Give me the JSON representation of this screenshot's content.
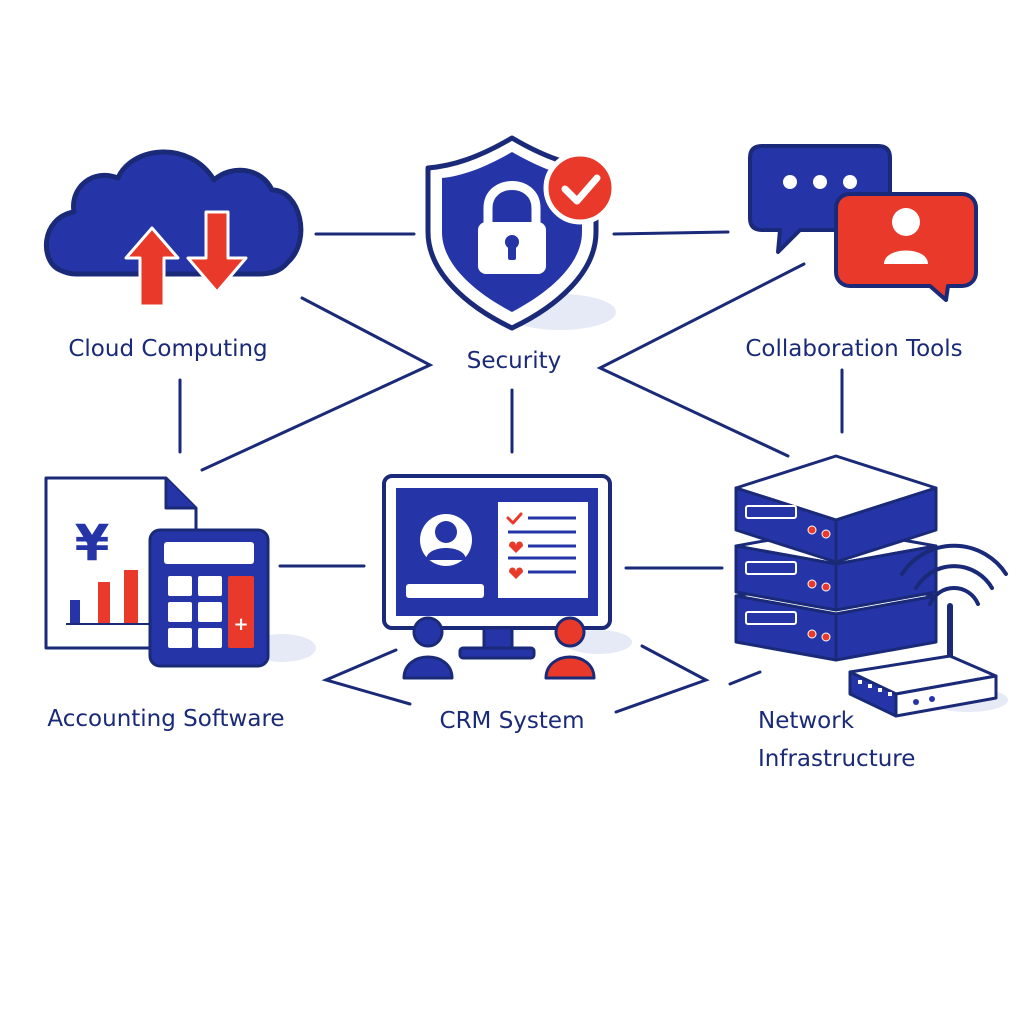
{
  "colors": {
    "primary": "#2535a8",
    "outline": "#1a2a78",
    "accent": "#e8392a",
    "shadow": "#e6e9f6",
    "background": "#ffffff"
  },
  "nodes": {
    "cloud": {
      "label": "Cloud Computing",
      "icon": "cloud-upload-download-icon"
    },
    "security": {
      "label": "Security",
      "icon": "shield-lock-check-icon"
    },
    "collaboration": {
      "label": "Collaboration Tools",
      "icon": "chat-bubbles-icon"
    },
    "accounting": {
      "label": "Accounting Software",
      "icon": "yen-calculator-chart-icon"
    },
    "crm": {
      "label": "CRM System",
      "icon": "monitor-users-icon"
    },
    "network": {
      "label_line1": "Network",
      "label_line2": "Infrastructure",
      "icon": "server-router-wifi-icon"
    }
  },
  "accounting": {
    "currency_symbol": "¥"
  }
}
